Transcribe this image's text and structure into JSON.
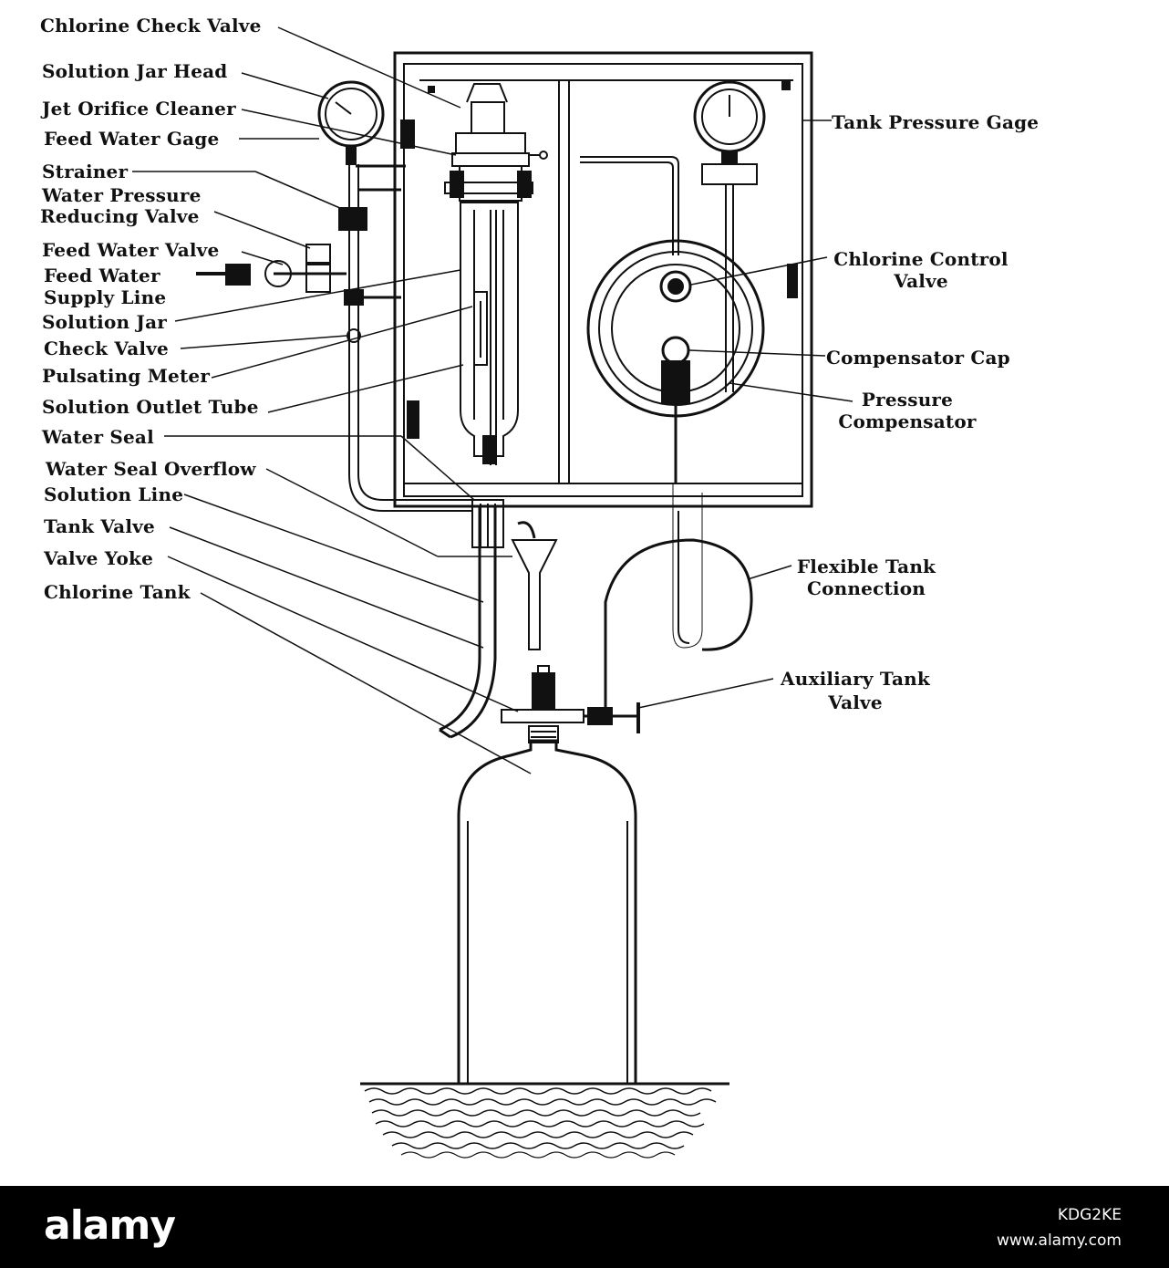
{
  "labels": {
    "chlorine_check_valve": "Chlorine Check Valve",
    "solution_jar_head": "Solution Jar Head",
    "jet_orifice_cleaner": "Jet Orifice Cleaner",
    "feed_water_gage": "Feed Water Gage",
    "strainer": "Strainer",
    "water_pressure_reducing_valve_1": "Water Pressure",
    "water_pressure_reducing_valve_2": "Reducing Valve",
    "feed_water_valve": "Feed Water Valve",
    "feed_water_supply_line_1": "Feed Water",
    "feed_water_supply_line_2": "Supply Line",
    "solution_jar": "Solution Jar",
    "check_valve": "Check Valve",
    "pulsating_meter": "Pulsating Meter",
    "solution_outlet_tube": "Solution Outlet Tube",
    "water_seal": "Water Seal",
    "water_seal_overflow": "Water Seal Overflow",
    "solution_line": "Solution Line",
    "tank_valve": "Tank Valve",
    "valve_yoke": "Valve Yoke",
    "chlorine_tank": "Chlorine Tank",
    "tank_pressure_gage": "Tank Pressure Gage",
    "chlorine_control_valve_1": "Chlorine Control",
    "chlorine_control_valve_2": "Valve",
    "compensator_cap": "Compensator Cap",
    "pressure_compensator_1": "Pressure",
    "pressure_compensator_2": "Compensator",
    "flexible_tank_connection_1": "Flexible Tank",
    "flexible_tank_connection_2": "Connection",
    "auxiliary_tank_valve_1": "Auxiliary Tank",
    "auxiliary_tank_valve_2": "Valve"
  },
  "footer": {
    "brand": "alamy",
    "image_id": "KDG2KE",
    "site": "www.alamy.com"
  },
  "colors": {
    "ink": "#111111",
    "paper": "#ffffff",
    "footer_bg": "#000000"
  }
}
